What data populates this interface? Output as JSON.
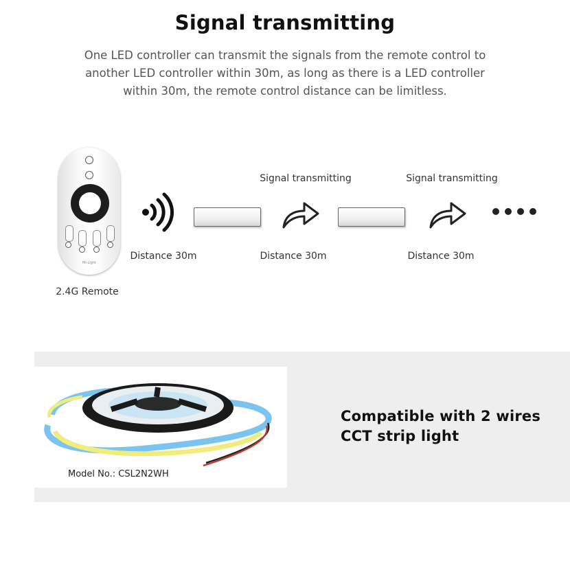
{
  "header": {
    "title": "Signal transmitting",
    "description": "One LED controller can transmit the signals from the remote control to another LED controller within 30m, as long as there is a LED controller within 30m, the remote control distance can be limitless."
  },
  "diagram": {
    "remote_label": "2.4G Remote",
    "remote_brand": "Mi-Light",
    "distance_label_1": "Distance 30m",
    "distance_label_2": "Distance 30m",
    "distance_label_3": "Distance 30m",
    "signal_label_1": "Signal transmitting",
    "signal_label_2": "Signal transmitting",
    "icons": [
      "remote-control-icon",
      "wireless-signal-icon",
      "controller-icon",
      "forward-arrow-icon",
      "ellipsis-icon"
    ]
  },
  "product": {
    "compat_line1": "Compatible with 2 wires",
    "compat_line2": "CCT strip light",
    "model_label": "Model No.: CSL2N2WH"
  },
  "colors": {
    "panel_bg": "#eeeeee",
    "strip_cool": "#7bc4ef",
    "strip_warm": "#f1ec7e"
  }
}
